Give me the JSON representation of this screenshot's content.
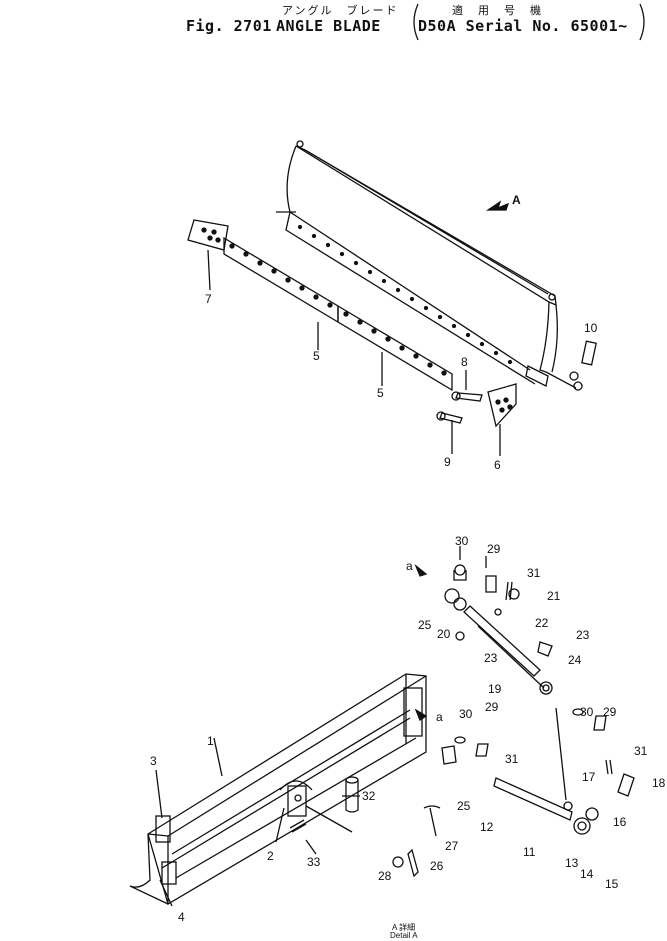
{
  "header": {
    "subtitle_jp_left": "アングル　ブレード",
    "subtitle_jp_right": "適　用　号　機",
    "fig": "Fig. 2701",
    "title": "ANGLE BLADE",
    "serial": "D50A Serial No. 65001~"
  },
  "upper_diagram": {
    "view_marker": "A",
    "callouts": [
      "7",
      "5",
      "5",
      "8",
      "9",
      "6",
      "10"
    ]
  },
  "lower_diagram": {
    "callouts_top": [
      "30",
      "29",
      "31",
      "21",
      "22",
      "25",
      "20",
      "23",
      "23",
      "24",
      "19"
    ],
    "callouts_mid": [
      "30",
      "29",
      "31",
      "25",
      "12",
      "30",
      "29",
      "31",
      "17",
      "18",
      "16"
    ],
    "callouts_bottom": [
      "1",
      "3",
      "2",
      "32",
      "33",
      "27",
      "28",
      "26",
      "11",
      "13",
      "14",
      "15",
      "4"
    ],
    "arrow_label": "a",
    "arrow_label_2": "a"
  },
  "detail": {
    "jp": "A 詳細",
    "en": "Detail A"
  }
}
